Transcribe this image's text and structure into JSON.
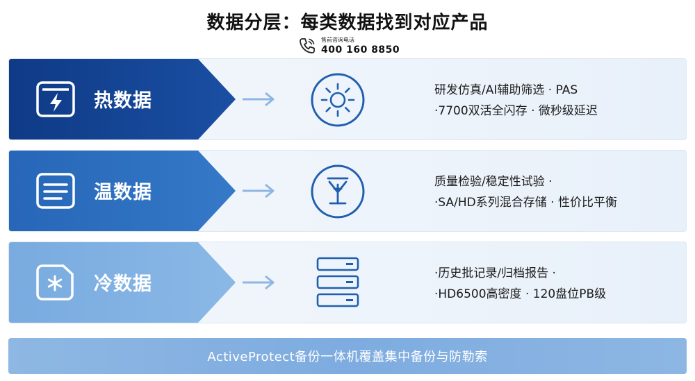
{
  "title": "数据分层：每类数据找到对应产品",
  "hotline": {
    "label": "售前咨询电话",
    "number": "400 160 8850"
  },
  "tiers": [
    {
      "label": "热数据",
      "tier_icon": "lightning-document-icon",
      "product_icon": "sun-icon",
      "lines": [
        "研发仿真/AI辅助筛选 · PAS",
        "·7700双活全闪存 · 微秒级延迟"
      ]
    },
    {
      "label": "温数据",
      "tier_icon": "text-document-icon",
      "product_icon": "antenna-icon",
      "lines": [
        "质量检验/稳定性试验 ·",
        "·SA/HD系列混合存储 · 性价比平衡"
      ]
    },
    {
      "label": "冷数据",
      "tier_icon": "snowflake-card-icon",
      "product_icon": "server-rack-icon",
      "lines": [
        "·历史批记录/归档报告 ·",
        "·HD6500高密度 · 120盘位PB级"
      ]
    }
  ],
  "footer": "ActiveProtect备份一体机覆盖集中备份与防勒索",
  "colors": {
    "hot": "#14408f",
    "warm": "#2c6fc0",
    "cold": "#7fb0e2",
    "icon_stroke": "#1f5fae",
    "arrow": "#8fb6e2",
    "footer": "#86b2e2"
  }
}
